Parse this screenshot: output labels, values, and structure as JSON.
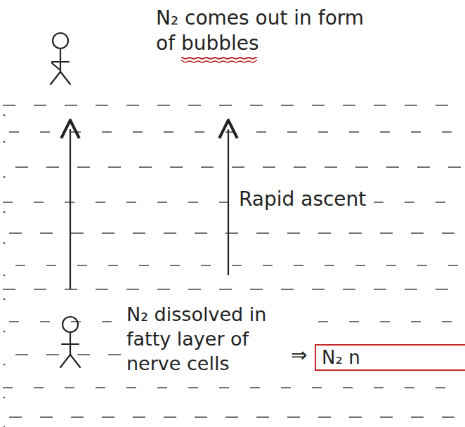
{
  "diagram": {
    "nodes": [
      {
        "text": [
          "N₂ n"
        ]
      }
    ],
    "labels": [
      "N₂ comes out in form of bubbles",
      "Rapid ascent",
      "N₂ dissolved in fatty layer of nerve cells",
      "⇒"
    ]
  }
}
